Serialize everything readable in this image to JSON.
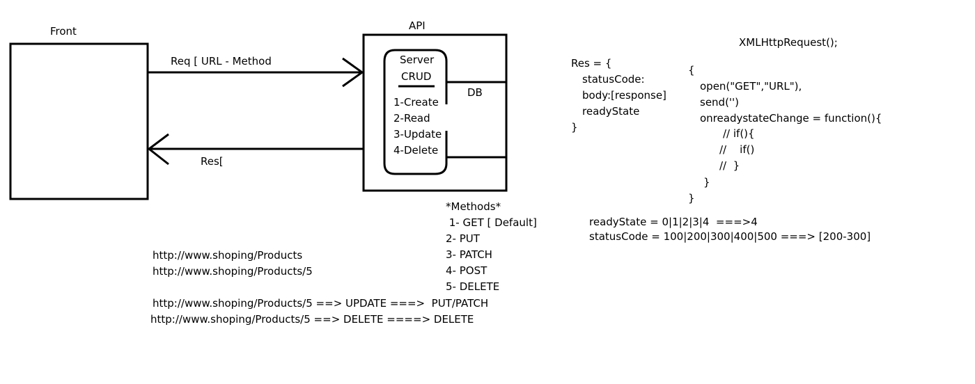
{
  "diagram": {
    "front_label": "Front",
    "api_label": "API",
    "server_label": "Server",
    "crud_label": "CRUD",
    "db_label": "DB",
    "crud_items": [
      "1-Create",
      "2-Read",
      "3-Update",
      "4-Delete"
    ],
    "request_label": "Req [ URL - Method",
    "response_label": "Res["
  },
  "methods": {
    "title": "*Methods*",
    "items": [
      " 1- GET [ Default]",
      "2- PUT",
      "3- PATCH",
      "4- POST",
      "5- DELETE"
    ]
  },
  "urls": {
    "examples": [
      "http://www.shoping/Products",
      "http://www.shoping/Products/5"
    ],
    "mappings": [
      "http://www.shoping/Products/5 ==> UPDATE ===>  PUT/PATCH",
      "http://www.shoping/Products/5 ==> DELETE ====> DELETE"
    ]
  },
  "res_object": {
    "open": "Res = {",
    "fields": [
      "statusCode:",
      "body:[response]",
      "readyState"
    ],
    "close": "}"
  },
  "xhr": {
    "title": "XMLHttpRequest();",
    "open_brace": "{",
    "lines": [
      "open(\"GET\",\"URL\"),",
      "send('')",
      "onreadystateChange = function(){"
    ],
    "comment_lines": [
      "// if(){",
      "//    if()",
      "//  }"
    ],
    "inner_close": "}",
    "outer_close": "}"
  },
  "notes": {
    "ready_state": "readyState = 0|1|2|3|4  ===>4",
    "status_code": "statusCode = 100|200|300|400|500 ===> [200-300]"
  }
}
